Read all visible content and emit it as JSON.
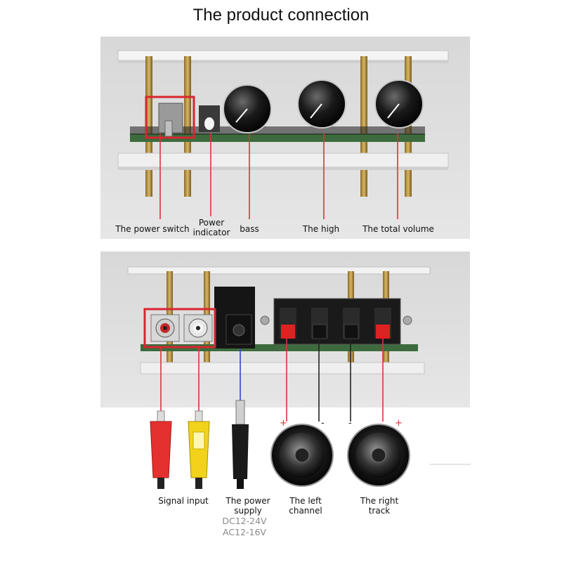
{
  "title": "The product connection",
  "top_labels": {
    "power_switch": "The power switch",
    "power_indicator_line1": "Power",
    "power_indicator_line2": "indicator",
    "bass": "bass",
    "the_high": "The high",
    "total_volume": "The total volume"
  },
  "bottom_labels": {
    "signal_input": "Signal input",
    "power_supply_line1": "The power",
    "power_supply_line2": "supply",
    "dc_spec": "DC12-24V",
    "ac_spec": "AC12-16V",
    "left_channel_line1": "The left",
    "left_channel_line2": "channel",
    "right_track_line1": "The right",
    "right_track_line2": "track"
  },
  "polarity": {
    "plus": "+",
    "minus": "-"
  },
  "colors": {
    "highlight_red": "#d9252f",
    "line_red": "#e0303a",
    "line_blue": "#3046c8",
    "line_black": "#222222",
    "photo_bg": "#dcdcdc",
    "pcb_green": "#3d6b3d"
  },
  "icons": [
    "toggle-switch-icon",
    "led-icon",
    "knob-icon",
    "rca-jack-icon",
    "dc-jack-icon",
    "speaker-terminal-icon",
    "rca-plug-icon",
    "dc-plug-icon",
    "speaker-icon"
  ]
}
